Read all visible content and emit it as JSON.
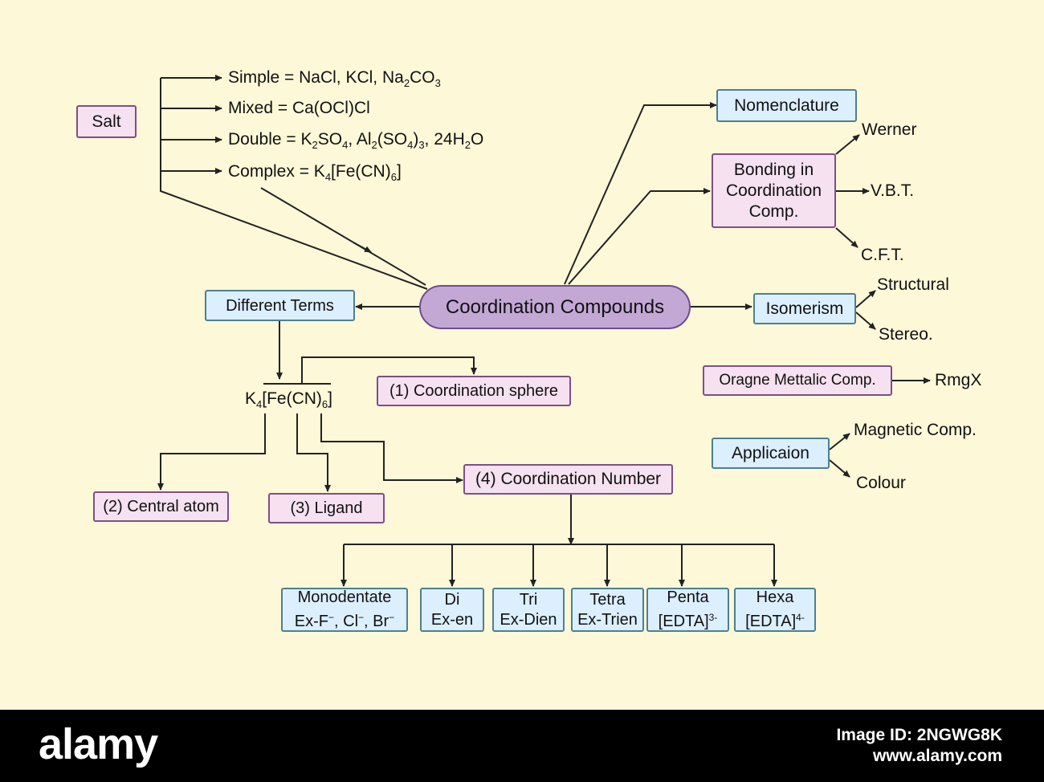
{
  "salt": {
    "label": "Salt",
    "types": [
      {
        "lead": "Simple = NaCl, KCl, Na",
        "parts": [
          {
            "t": "2",
            "k": "sub"
          },
          {
            "t": "CO",
            "k": "n"
          },
          {
            "t": "3",
            "k": "sub"
          }
        ]
      },
      {
        "lead": "Mixed = Ca(OCl)Cl",
        "parts": []
      },
      {
        "lead": "Double = K",
        "parts": [
          {
            "t": "2",
            "k": "sub"
          },
          {
            "t": "SO",
            "k": "n"
          },
          {
            "t": "4",
            "k": "sub"
          },
          {
            "t": ", Al",
            "k": "n"
          },
          {
            "t": "2",
            "k": "sub"
          },
          {
            "t": "(SO",
            "k": "n"
          },
          {
            "t": "4",
            "k": "sub"
          },
          {
            "t": ")",
            "k": "n"
          },
          {
            "t": "3",
            "k": "sub"
          },
          {
            "t": ", 24H",
            "k": "n"
          },
          {
            "t": "2",
            "k": "sub"
          },
          {
            "t": "O",
            "k": "n"
          }
        ]
      },
      {
        "lead": "Complex = K",
        "parts": [
          {
            "t": "4",
            "k": "sub"
          },
          {
            "t": "[Fe(CN)",
            "k": "n"
          },
          {
            "t": "6",
            "k": "sub"
          },
          {
            "t": "]",
            "k": "n"
          }
        ]
      }
    ]
  },
  "central": "Coordination Compounds",
  "nomenclature": "Nomenclature",
  "bonding": {
    "label": "Bonding in Coordination Comp.",
    "items": [
      "Werner",
      "V.B.T.",
      "C.F.T."
    ]
  },
  "isomerism": {
    "label": "Isomerism",
    "items": [
      "Structural",
      "Stereo."
    ]
  },
  "organometallic": {
    "label": "Oragne Mettalic Comp.",
    "item": "RmgX"
  },
  "application": {
    "label": "Applicaion",
    "items": [
      "Magnetic Comp.",
      "Colour"
    ]
  },
  "terms": {
    "label": "Different Terms",
    "formula_lead": "K",
    "formula_parts": [
      {
        "t": "4",
        "k": "sub"
      },
      {
        "t": "[Fe(CN)",
        "k": "n"
      },
      {
        "t": "6",
        "k": "sub"
      },
      {
        "t": "]",
        "k": "n"
      }
    ],
    "sphere": "(1) Coordination sphere",
    "central_atom": "(2) Central atom",
    "ligand": "(3) Ligand",
    "coord_number": "(4) Coordination Number"
  },
  "dentate": [
    {
      "line1": "Monodentate",
      "line2_lead": "Ex-F",
      "line2_parts": [
        {
          "t": "−",
          "k": "sup"
        },
        {
          "t": ", Cl",
          "k": "n"
        },
        {
          "t": "−",
          "k": "sup"
        },
        {
          "t": ", Br",
          "k": "n"
        },
        {
          "t": "−",
          "k": "sup"
        }
      ]
    },
    {
      "line1": "Di",
      "line2_lead": "Ex-en",
      "line2_parts": []
    },
    {
      "line1": "Tri",
      "line2_lead": "Ex-Dien",
      "line2_parts": []
    },
    {
      "line1": "Tetra",
      "line2_lead": "Ex-Trien",
      "line2_parts": []
    },
    {
      "line1": "Penta",
      "line2_lead": "[EDTA]",
      "line2_parts": [
        {
          "t": "3-",
          "k": "sup"
        }
      ]
    },
    {
      "line1": "Hexa",
      "line2_lead": "[EDTA]",
      "line2_parts": [
        {
          "t": "4-",
          "k": "sup"
        }
      ]
    }
  ],
  "footer": {
    "logo": "alamy",
    "image_id": "Image ID: 2NGWG8K",
    "site": "www.alamy.com"
  },
  "colors": {
    "background": "#fdf8d8",
    "pink_box": "#f5e1f0",
    "blue_box": "#dcefff",
    "center_node": "#c3a8d6"
  }
}
